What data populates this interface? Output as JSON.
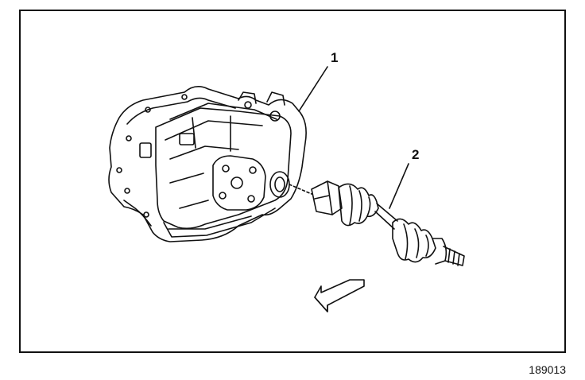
{
  "callouts": [
    {
      "label": "1"
    },
    {
      "label": "2"
    }
  ],
  "figure_id": "189013",
  "icons": {
    "transaxle": "transaxle-assembly-illustration",
    "drive_axle": "drive-axle-shaft-illustration",
    "direction": "direction-arrow-icon"
  },
  "colors": {
    "ink": "#111111",
    "background": "#ffffff"
  }
}
